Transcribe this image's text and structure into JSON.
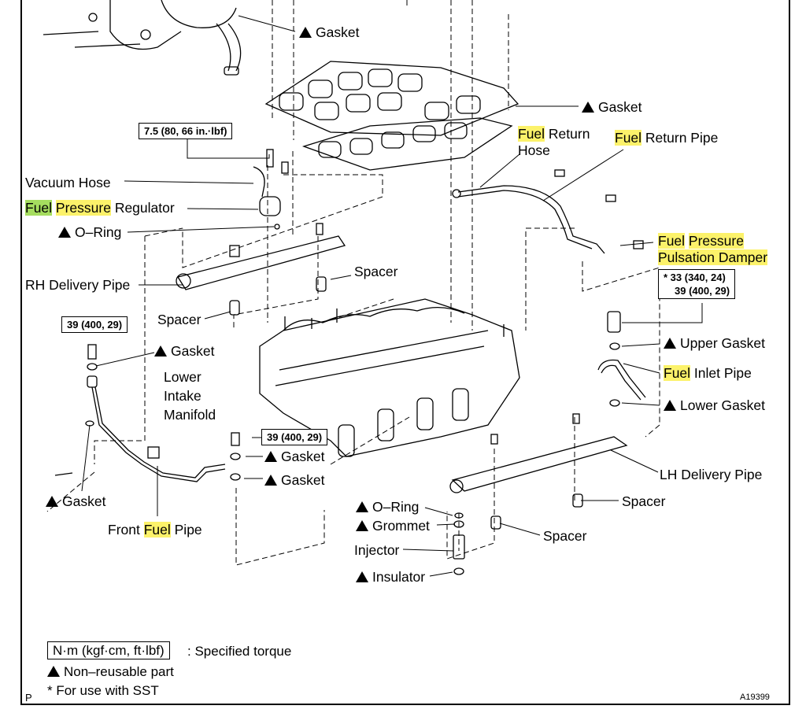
{
  "labels": {
    "gasket_top": "Gasket",
    "gasket_upper_right": "Gasket",
    "fuel_return_hose_word": "Fuel",
    "fuel_return_hose_rest": " Return",
    "fuel_return_hose_line2": "Hose",
    "fuel_return_pipe_word": "Fuel",
    "fuel_return_pipe_rest": " Return Pipe",
    "vacuum_hose": "Vacuum Hose",
    "fpr_word1": "Fuel",
    "fpr_word2": "Pressure",
    "fpr_rest": " Regulator",
    "o_ring_left": "O–Ring",
    "rh_delivery_pipe": "RH Delivery Pipe",
    "spacer_mid": "Spacer",
    "spacer_left": "Spacer",
    "fppd_word1": "Fuel",
    "fppd_word2": "Pressure",
    "fppd_line2": "Pulsation Damper",
    "upper_gasket": "Upper Gasket",
    "fuel_inlet_word": "Fuel",
    "fuel_inlet_rest": " Inlet Pipe",
    "lower_gasket": "Lower Gasket",
    "gasket_left_mid": "Gasket",
    "lower_intake_1": "Lower",
    "lower_intake_2": "Intake",
    "lower_intake_3": "Manifold",
    "gasket_center_1": "Gasket",
    "gasket_center_2": "Gasket",
    "lh_delivery_pipe": "LH Delivery Pipe",
    "spacer_right": "Spacer",
    "gasket_bottom_left": "Gasket",
    "front_fuel_pre": "Front ",
    "front_fuel_word": "Fuel",
    "front_fuel_rest": " Pipe",
    "o_ring_bottom": "O–Ring",
    "grommet": "Grommet",
    "spacer_bottom": "Spacer",
    "injector": "Injector",
    "insulator": "Insulator"
  },
  "torque": {
    "regulator": "7.5 (80, 66 in.·lbf)",
    "damper_sst": "* 33 (340, 24)",
    "damper": "39 (400, 29)",
    "front_pipe": "39 (400, 29)",
    "center_bolt": "39 (400, 29)"
  },
  "legend": {
    "unit_box": "N·m (kgf·cm, ft·lbf)",
    "unit_text": ": Specified torque",
    "nonreusable": "Non–reusable part",
    "sst": "* For use with SST"
  },
  "corner": {
    "letter": "P",
    "code": "A19399"
  },
  "colors": {
    "highlight_yellow": "#fcf26a",
    "highlight_green": "#a5dd5f"
  }
}
